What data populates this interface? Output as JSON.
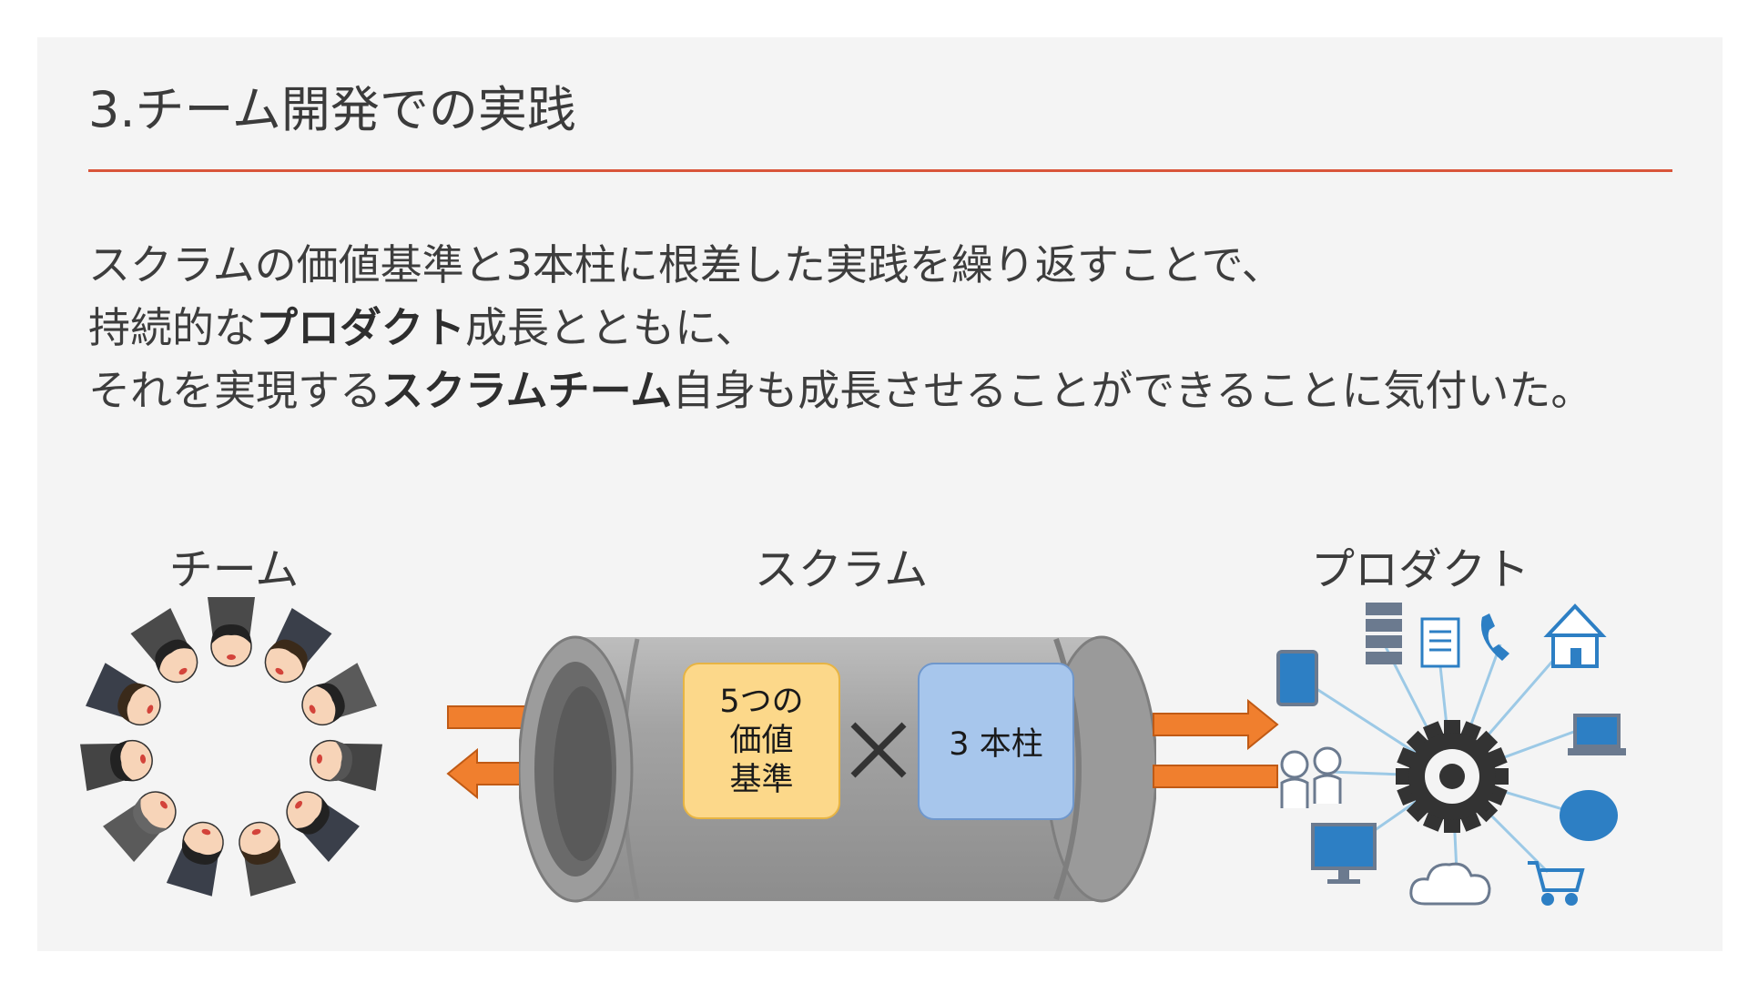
{
  "slide": {
    "title": "3.チーム開発での実践",
    "accent_color": "#d9553a",
    "body_lines": [
      [
        {
          "text": "スクラムの価値基準と3本柱に根差した実践を繰り返すことで、",
          "bold": false
        }
      ],
      [
        {
          "text": "持続的な",
          "bold": false
        },
        {
          "text": "プロダクト",
          "bold": true
        },
        {
          "text": "成長とともに、",
          "bold": false
        }
      ],
      [
        {
          "text": "それを実現する",
          "bold": false
        },
        {
          "text": "スクラムチーム",
          "bold": true
        },
        {
          "text": "自身も成長させることができることに気付いた。",
          "bold": false
        }
      ]
    ]
  },
  "diagram": {
    "team_label": "チーム",
    "scrum_label": "スクラム",
    "product_label": "プロダクト",
    "values_box": [
      "5つの",
      "価値",
      "基準"
    ],
    "pillars_box": "3 本柱",
    "arrow_color": "#f07f2e",
    "values_color": "#fcd88a",
    "pillars_color": "#a7c6ec",
    "team_illustration": "circle-of-people-illustration",
    "scrum_illustration": "pipe-illustration",
    "product_illustration": "gear-network-illustration"
  }
}
